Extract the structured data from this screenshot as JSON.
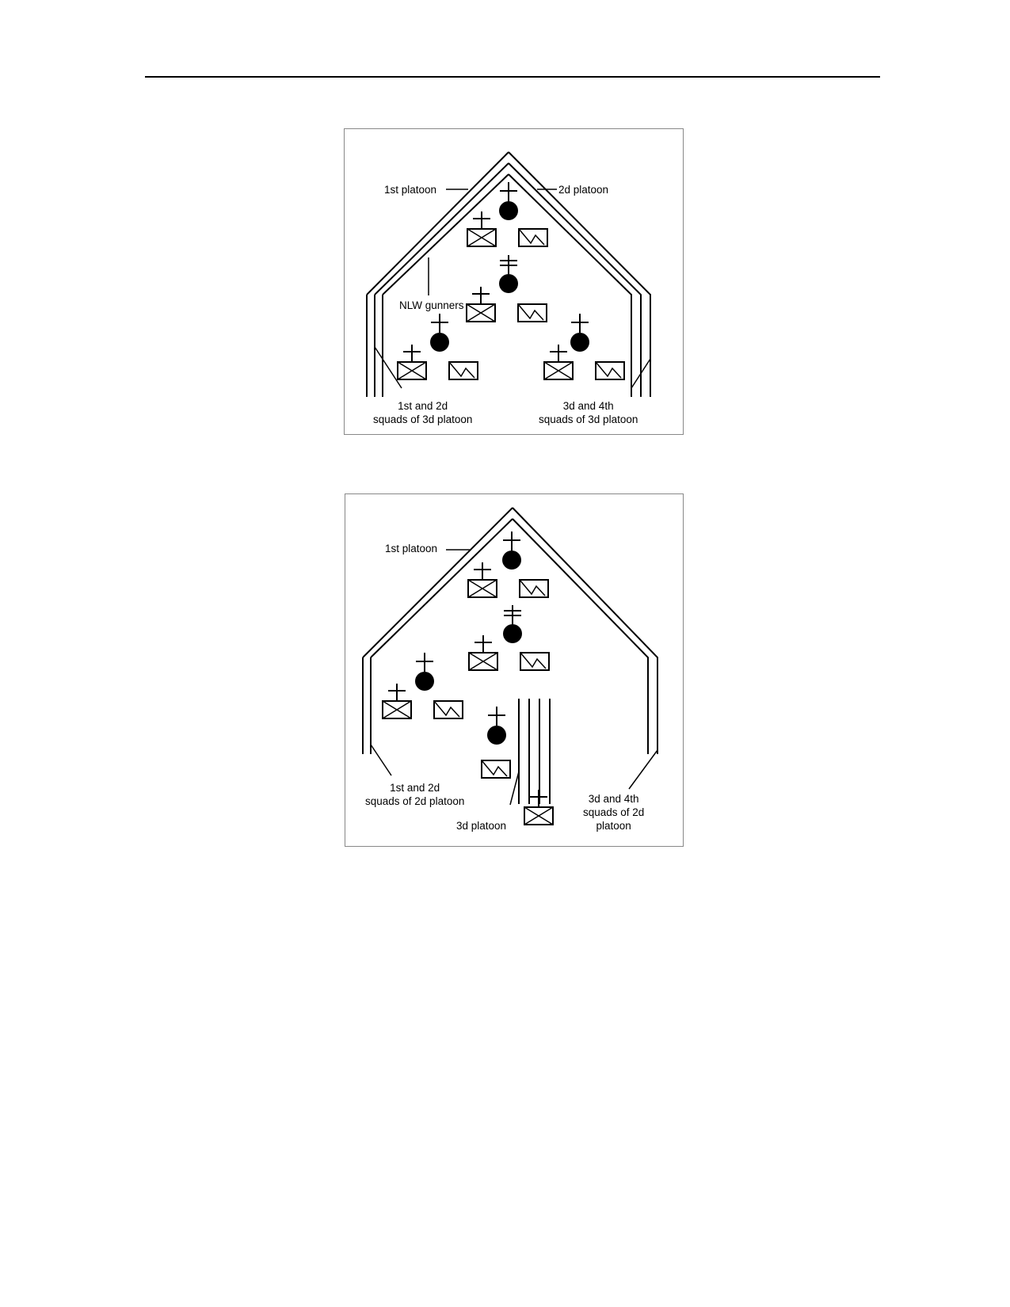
{
  "figure1": {
    "labels": {
      "first_platoon": "1st platoon",
      "second_platoon": "2d platoon",
      "nlw_gunners": "NLW gunners",
      "squads_1_2": "1st and 2d\nsquads of 3d platoon",
      "squads_3_4": "3d and 4th\nsquads of 3d platoon"
    }
  },
  "figure2": {
    "labels": {
      "first_platoon": "1st platoon",
      "squads_1_2": "1st and 2d\nsquads of 2d platoon",
      "third_platoon": "3d platoon",
      "squads_3_4": "3d and 4th\nsquads of 2d\nplatoon"
    }
  }
}
